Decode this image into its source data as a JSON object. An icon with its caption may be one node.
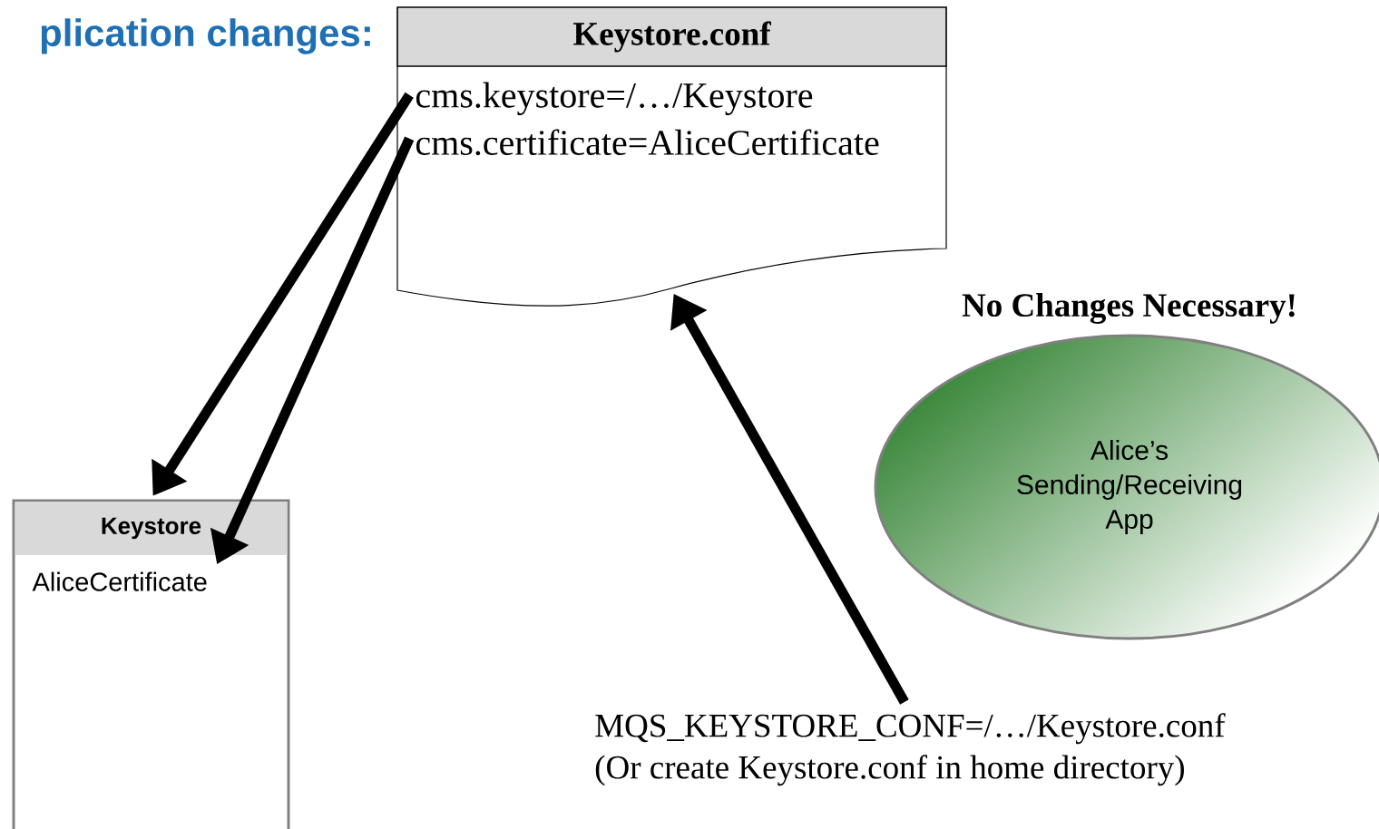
{
  "diagram": {
    "title": "plication changes:",
    "nodes": [
      {
        "text": [
          "Keystore.conf"
        ]
      },
      {
        "text": [
          "cms.keystore=/…/Keystore"
        ],
        "in": 0
      },
      {
        "text": [
          "cms.certificate=AliceCertificate"
        ],
        "in": 0
      },
      {
        "text": [
          "Keystore"
        ]
      },
      {
        "text": [
          "AliceCertificate"
        ],
        "in": 3
      },
      {
        "text": [
          "Alice’s Sending/Receiving App"
        ],
        "beside": [
          "No Changes Necessary!"
        ]
      },
      {
        "text": [
          "MQS_KEYSTORE_CONF=/…/Keystore.conf",
          "(Or create Keystore.conf in home directory)"
        ]
      }
    ],
    "edges": [
      {
        "from": 1,
        "to": 3,
        "arrow": "to"
      },
      {
        "from": 2,
        "to": 4,
        "arrow": "to"
      },
      {
        "from": 6,
        "to": 0,
        "arrow": "to"
      }
    ]
  }
}
